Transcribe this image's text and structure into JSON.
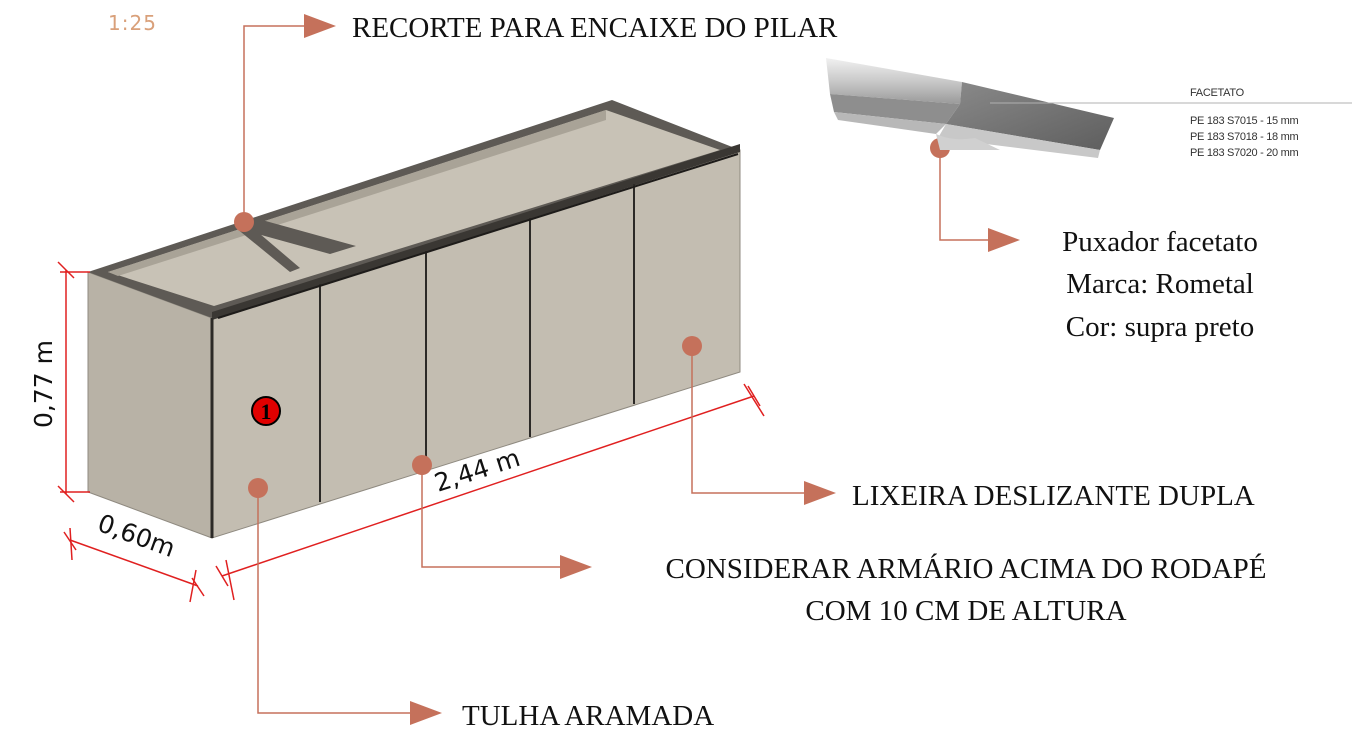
{
  "scale": "1:25",
  "colors": {
    "leader": "#c5715b",
    "dimension": "#e02020",
    "cabinet_front": "#c2bcb0",
    "cabinet_side": "#b5afa3",
    "top_rim": "#5e5a55",
    "marker_fill": "#e00000"
  },
  "callouts": {
    "recorte": "RECORTE PARA ENCAIXE DO PILAR",
    "puxador_line1": "Puxador facetato",
    "puxador_line2": "Marca: Rometal",
    "puxador_line3": "Cor: supra preto",
    "lixeira": "LIXEIRA DESLIZANTE DUPLA",
    "considerar_line1": "CONSIDERAR ARMÁRIO ACIMA DO RODAPÉ",
    "considerar_line2": "COM 10 CM DE ALTURA",
    "tulha": "TULHA ARAMADA"
  },
  "dimensions": {
    "height": "0,77 m",
    "depth": "0,60m",
    "width": "2,44 m"
  },
  "marker": {
    "number": "1"
  },
  "handle_spec": {
    "title": "FACETATO",
    "rows": [
      "PE 183 S7015 - 15 mm",
      "PE 183 S7018 - 18 mm",
      "PE 183 S7020 - 20 mm"
    ]
  }
}
